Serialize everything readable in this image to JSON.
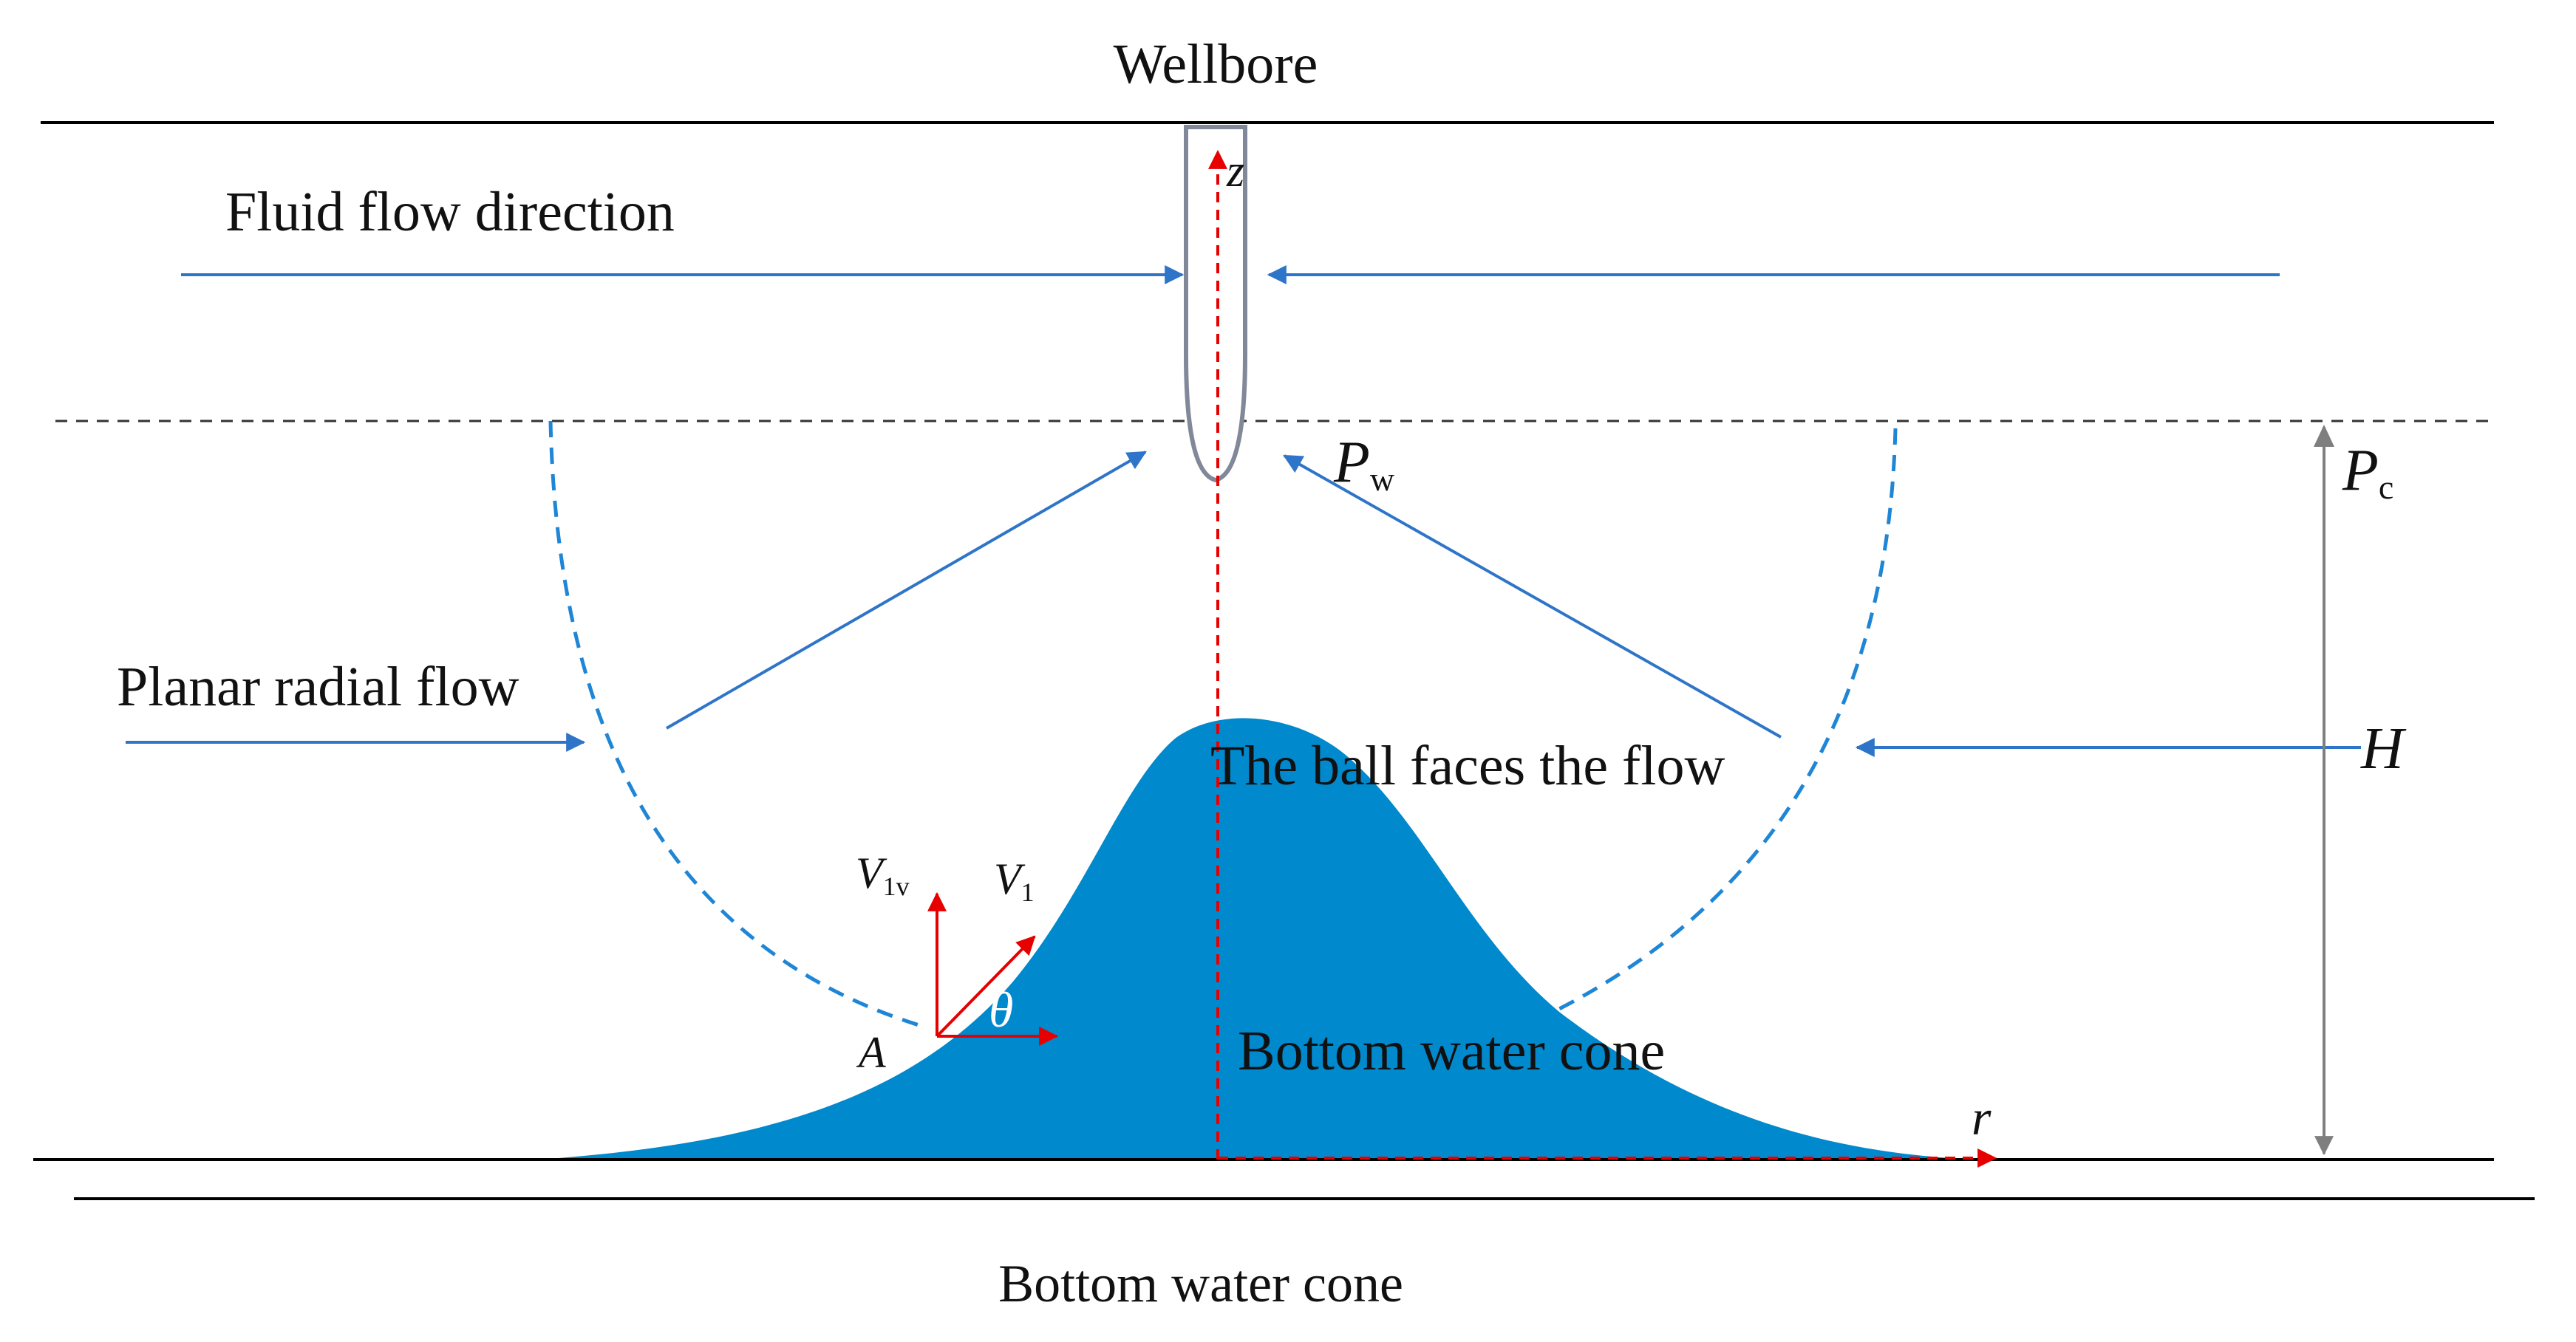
{
  "labels": {
    "wellbore": "Wellbore",
    "fluid_flow_direction": "Fluid flow direction",
    "planar_radial_flow": "Planar radial flow",
    "ball_faces_flow": "The ball faces the flow",
    "bottom_water_cone_inner": "Bottom water cone",
    "bottom_water_cone_caption": "Bottom water cone"
  },
  "symbols": {
    "z": "z",
    "r": "r",
    "H": "H",
    "P": "P",
    "w": "w",
    "c": "c",
    "V": "V",
    "sub_1v": "1v",
    "sub_1": "1",
    "theta": "θ",
    "A": "A"
  },
  "colors": {
    "boundary_line": "#000000",
    "dashed_boundary": "#333333",
    "flow_arrow": "#2E75C9",
    "hemisphere_dashed": "#1F86D6",
    "cone_fill": "#0089CC",
    "axis_red": "#E60000",
    "wellbore_stroke": "#808899",
    "height_marker": "#7F7F7F"
  }
}
